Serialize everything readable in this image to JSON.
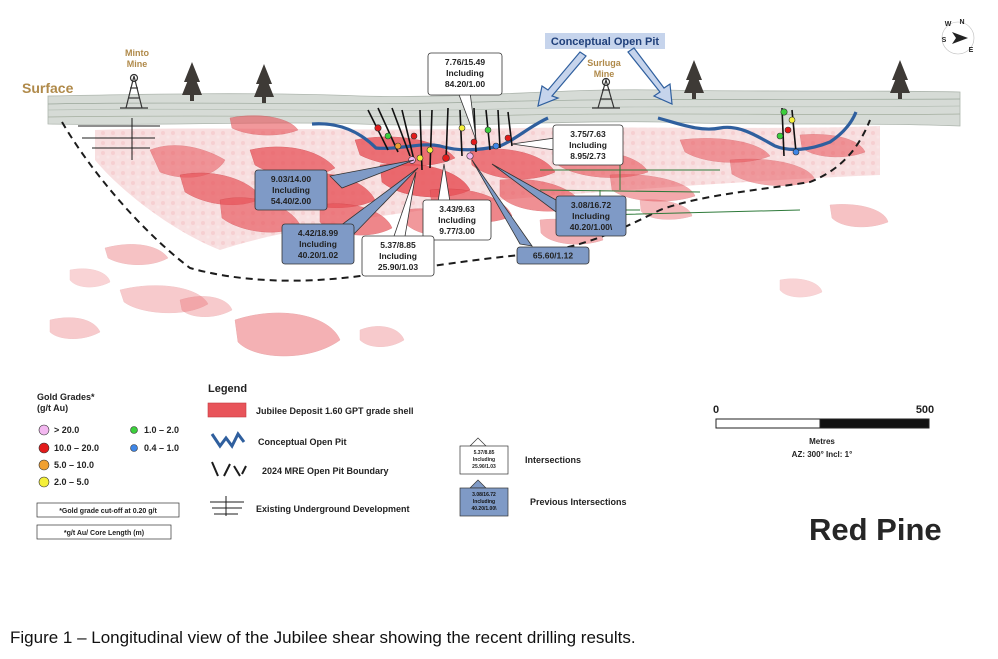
{
  "labels": {
    "surface": "Surface",
    "minto_mine": [
      "Minto",
      "Mine"
    ],
    "surluga_mine": [
      "Surluga",
      "Mine"
    ],
    "conceptual_open_pit": "Conceptual Open Pit"
  },
  "callouts": [
    {
      "lines": [
        "7.76/15.49",
        "Including",
        "84.20/1.00"
      ],
      "style": "new"
    },
    {
      "lines": [
        "3.75/7.63",
        "Including",
        "8.95/2.73"
      ],
      "style": "new"
    },
    {
      "lines": [
        "9.03/14.00",
        "Including",
        "54.40/2.00"
      ],
      "style": "previous"
    },
    {
      "lines": [
        "3.43/9.63",
        "Including",
        "9.77/3.00"
      ],
      "style": "new"
    },
    {
      "lines": [
        "3.08/16.72",
        "Including",
        "40.20/1.00\\"
      ],
      "style": "previous"
    },
    {
      "lines": [
        "4.42/18.99",
        "Including",
        "40.20/1.02"
      ],
      "style": "previous"
    },
    {
      "lines": [
        "5.37/8.85",
        "Including",
        "25.90/1.03"
      ],
      "style": "new"
    },
    {
      "lines": [
        "65.60/1.12"
      ],
      "style": "previous"
    }
  ],
  "gold_grades": {
    "title": "Gold Grades*",
    "unit": "(g/t Au)",
    "items": [
      {
        "label": "> 20.0",
        "color": "#f3b8f0"
      },
      {
        "label": "10.0 – 20.0",
        "color": "#e31b1b"
      },
      {
        "label": "5.0 – 10.0",
        "color": "#f0a030"
      },
      {
        "label": "2.0 – 5.0",
        "color": "#f5f03a"
      },
      {
        "label": "1.0 – 2.0",
        "color": "#3ccf3c"
      },
      {
        "label": "0.4 – 1.0",
        "color": "#3f86e6"
      }
    ],
    "note_cutoff": "*Gold grade cut-off at 0.20 g/t",
    "note_units": "*g/t Au/ Core Length (m)"
  },
  "legend": {
    "title": "Legend",
    "items": [
      "Jubilee Deposit 1.60 GPT grade shell",
      "Conceptual Open Pit",
      "2024 MRE Open Pit Boundary",
      "Existing Underground  Development"
    ],
    "intersections": "Intersections",
    "previous_intersections": "Previous Intersections",
    "sample_new": [
      "5.37/8.85",
      "Including",
      "25.90/1.03"
    ],
    "sample_previous": [
      "3.08/16.72",
      "Including",
      "40.20/1.00\\"
    ]
  },
  "scale": {
    "start": "0",
    "end": "500",
    "unit": "Metres",
    "orientation": "AZ: 300°  Incl: 1°"
  },
  "compass": {
    "north": "N",
    "east": "E",
    "south": "S",
    "west": "W"
  },
  "logo": "Red Pine",
  "caption": "Figure 1 – Longitudinal view of the Jubilee shear showing the recent drilling results.",
  "colors": {
    "grade_shell": "#e8545a",
    "open_pit": "#2f5f9e",
    "previous_box": "#7f9ac6"
  }
}
